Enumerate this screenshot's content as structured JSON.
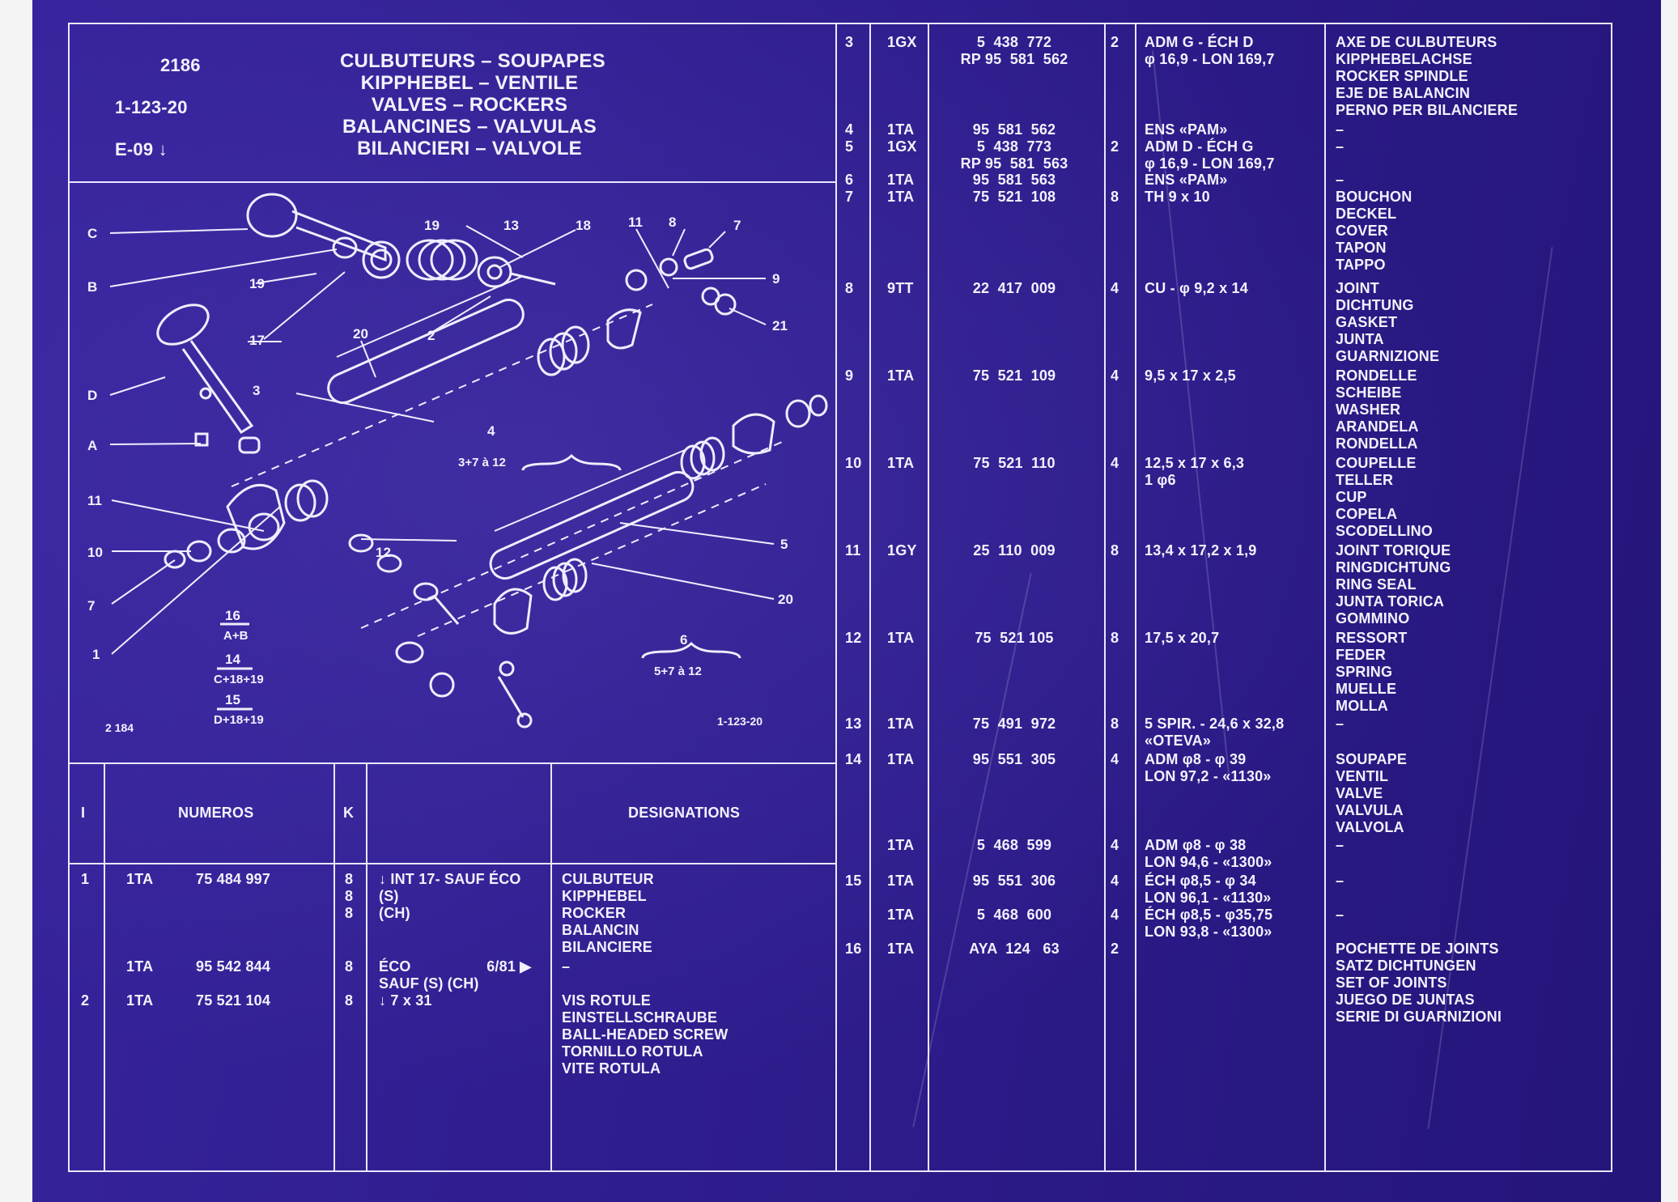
{
  "header": {
    "code": "2186",
    "ref": "1-123-20",
    "edition": "E-09 ↓",
    "titles": [
      "CULBUTEURS – SOUPAPES",
      "KIPPHEBEL – VENTILE",
      "VALVES – ROCKERS",
      "BALANCINES – VALVULAS",
      "BILANCIERI – VALVOLE"
    ]
  },
  "diagram": {
    "code_left": "2 184",
    "code_right": "1-123-20",
    "callouts": [
      "C",
      "B",
      "19",
      "17",
      "20",
      "3",
      "D",
      "A",
      "11",
      "10",
      "7",
      "1",
      "19",
      "13",
      "18",
      "11",
      "8",
      "7",
      "9",
      "21",
      "2",
      "4",
      "3+7 à 12",
      "12",
      "5",
      "20",
      "16",
      "A+B",
      "14",
      "C+18+19",
      "15",
      "D+18+19",
      "6",
      "5+7 à 12"
    ]
  },
  "columns": {
    "i": "I",
    "numeros": "NUMEROS",
    "k": "K",
    "designations": "DESIGNATIONS"
  },
  "left_rows": [
    {
      "i": "1",
      "code": "1TA",
      "num": "75 484 997",
      "k": "8\n8\n8",
      "spec": "↓ INT 17- SAUF ÉCO\n(S)\n(CH)",
      "desig": "CULBUTEUR\nKIPPHEBEL\nROCKER\nBALANCIN\nBILANCIERE"
    },
    {
      "i": "",
      "code": "1TA",
      "num": "95 542 844",
      "k": "8",
      "spec": "ÉCO                  6/81 ▶\nSAUF (S) (CH)",
      "desig": "–"
    },
    {
      "i": "2",
      "code": "1TA",
      "num": "75 521 104",
      "k": "8",
      "spec": "↓ 7 x 31",
      "desig": "VIS ROTULE\nEINSTELLSCHRAUBE\nBALL-HEADED SCREW\nTORNILLO ROTULA\nVITE ROTULA"
    }
  ],
  "right_rows": [
    {
      "i": "3",
      "code": "1GX",
      "num": "5  438  772\nRP 95  581  562",
      "k": "2",
      "spec": "ADM G - ÉCH D\nφ 16,9 - LON 169,7",
      "desig": "AXE DE CULBUTEURS\nKIPPHEBELACHSE\nROCKER SPINDLE\nEJE DE BALANCIN\nPERNO PER BILANCIERE"
    },
    {
      "i": "4\n5",
      "code": "1TA\n1GX",
      "num": "95  581  562\n5  438  773\nRP 95  581  563",
      "k": "\n2",
      "spec": "ENS «PAM»\nADM D - ÉCH G\nφ 16,9 - LON 169,7",
      "desig": "–\n–"
    },
    {
      "i": "6\n7",
      "code": "1TA\n1TA",
      "num": "95  581  563\n75  521  108",
      "k": "\n8",
      "spec": "ENS «PAM»\nTH 9 x 10",
      "desig": "–\nBOUCHON\nDECKEL\nCOVER\nTAPON\nTAPPO"
    },
    {
      "i": "8",
      "code": "9TT",
      "num": "22  417  009",
      "k": "4",
      "spec": "CU - φ 9,2 x 14",
      "desig": "JOINT\nDICHTUNG\nGASKET\nJUNTA\nGUARNIZIONE"
    },
    {
      "i": "9",
      "code": "1TA",
      "num": "75  521  109",
      "k": "4",
      "spec": "9,5 x 17 x 2,5",
      "desig": "RONDELLE\nSCHEIBE\nWASHER\nARANDELA\nRONDELLA"
    },
    {
      "i": "10",
      "code": "1TA",
      "num": "75  521  110",
      "k": "4",
      "spec": "12,5 x 17 x 6,3\n1 φ6",
      "desig": "COUPELLE\nTELLER\nCUP\nCOPELA\nSCODELLINO"
    },
    {
      "i": "11",
      "code": "1GY",
      "num": "25  110  009",
      "k": "8",
      "spec": "13,4 x 17,2 x 1,9",
      "desig": "JOINT TORIQUE\nRINGDICHTUNG\nRING SEAL\nJUNTA TORICA\nGOMMINO"
    },
    {
      "i": "12",
      "code": "1TA",
      "num": "75  521 105",
      "k": "8",
      "spec": "17,5 x 20,7",
      "desig": "RESSORT\nFEDER\nSPRING\nMUELLE\nMOLLA"
    },
    {
      "i": "13",
      "code": "1TA",
      "num": "75  491  972",
      "k": "8",
      "spec": "5 SPIR. - 24,6 x 32,8\n«OTEVA»",
      "desig": "–"
    },
    {
      "i": "14",
      "code": "1TA",
      "num": "95  551  305",
      "k": "4",
      "spec": "ADM φ8 - φ 39\nLON 97,2 - «1130»",
      "desig": "SOUPAPE\nVENTIL\nVALVE\nVALVULA\nVALVOLA"
    },
    {
      "i": "",
      "code": "1TA",
      "num": "5  468  599",
      "k": "4",
      "spec": "ADM φ8 - φ 38\nLON 94,6 - «1300»",
      "desig": "–"
    },
    {
      "i": "15",
      "code": "1TA",
      "num": "95  551  306",
      "k": "4",
      "spec": "ÉCH φ8,5 - φ 34\nLON 96,1 - «1130»",
      "desig": "–"
    },
    {
      "i": "",
      "code": "1TA",
      "num": "5  468  600",
      "k": "4",
      "spec": "ÉCH φ8,5 - φ35,75\nLON 93,8 - «1300»",
      "desig": "–"
    },
    {
      "i": "16",
      "code": "1TA",
      "num": "AYA  124   63",
      "k": "2",
      "spec": "",
      "desig": "POCHETTE DE JOINTS\nSATZ DICHTUNGEN\nSET OF JOINTS\nJUEGO DE JUNTAS\nSERIE DI GUARNIZIONI"
    }
  ]
}
